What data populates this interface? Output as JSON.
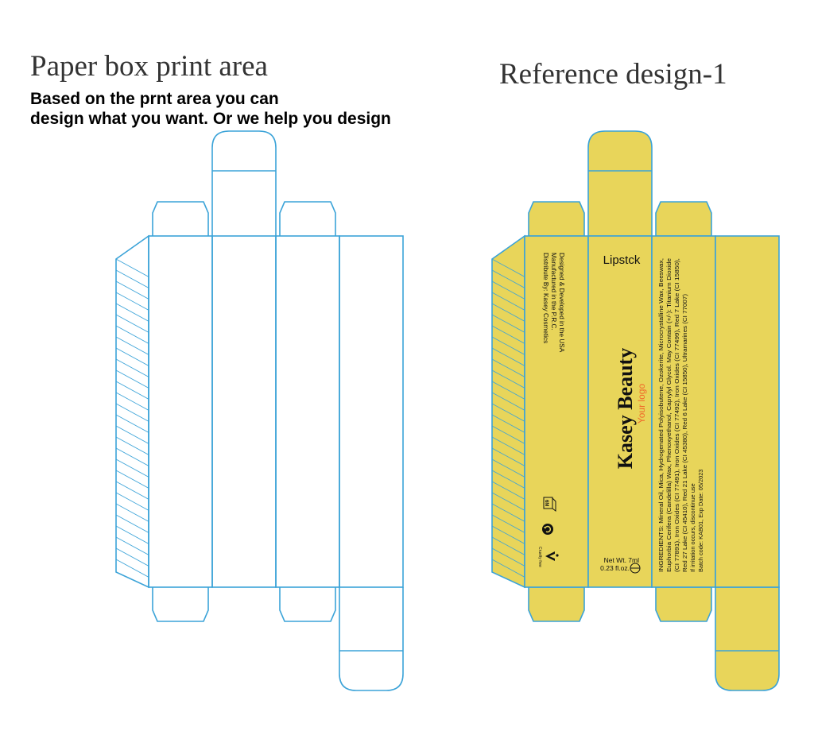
{
  "left": {
    "title": "Paper box print area",
    "subtitle_line1": "Based on the prnt area you can",
    "subtitle_line2": "design what you want. Or we help you design"
  },
  "right": {
    "title": "Reference design-1",
    "front_label": "Lipstck",
    "brand": "Kasey Beauty",
    "logo_text": "Your logo",
    "net_wt_line1": "Net Wt. 7ml",
    "net_wt_line2": "0.23 fl.oz.",
    "info_line1": "Designed & Developed in the USA",
    "info_line2": "Manufactured in the P.R.C.",
    "info_line3": "Distribute By: Kasey Cosmetics",
    "pao_label": "6M",
    "cruelty_free_label": "Cruelty free",
    "ingredients_line1": "INGREDIENTS: Mineral Oil, Mica, Hydrogenated Polyisobutene, Ozokerite, Microcrystalline Wax, Beeswax,",
    "ingredients_line2": "Euphorbia Cerifera (Candelilla) Wax, Phenoxyethanol, Caprylyl Glycol. May Contain (+/-): Titanium Dioxide",
    "ingredients_line3": "(CI 77891), Iron Oxides (CI 77491), Iron Oxides (CI 77492), Iron Oxides (CI 77499), Red 7 Lake (CI 15850),",
    "ingredients_line4": "Red 27 Lake (CI 45410), Red 21 Lake (CI 45380), Red 6 Lake (CI 15850), Ultramarines (CI 77007)",
    "ingredients_line5": "If irritation occurs, discontinue use",
    "ingredients_line6": "Batch code: KAB01, Exp Date: 05/2023"
  },
  "colors": {
    "outline": "#3ba3d8",
    "fill_yellow": "#e8d55a",
    "logo_orange": "#f06a2a"
  }
}
